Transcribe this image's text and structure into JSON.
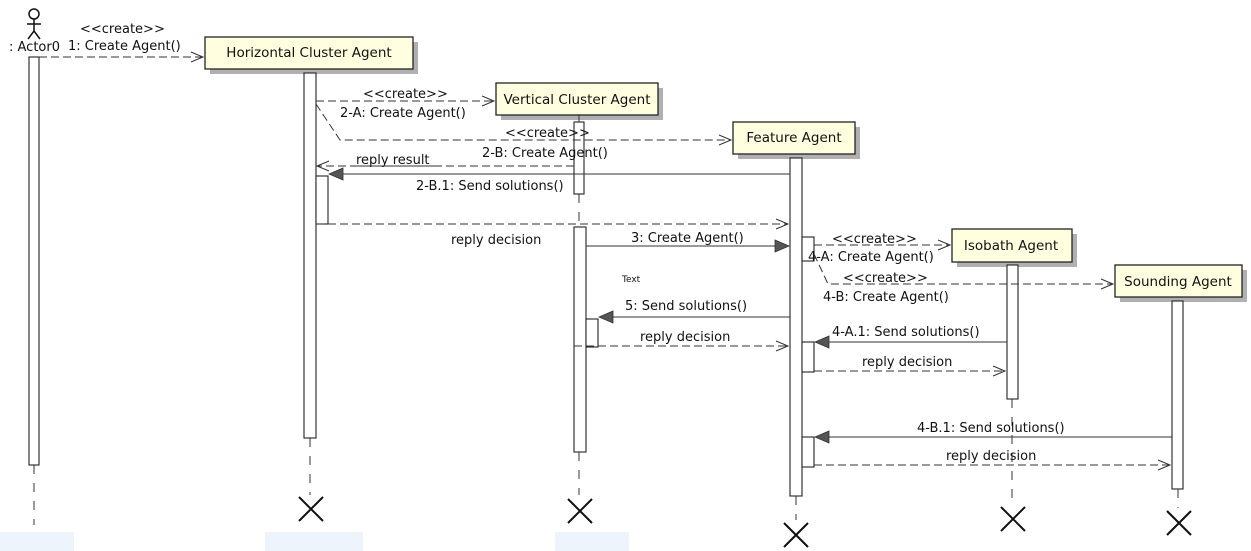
{
  "actor": {
    "name": ": Actor0"
  },
  "objects": {
    "horizontal": "Horizontal Cluster Agent",
    "vertical": "Vertical Cluster Agent",
    "feature": "Feature Agent",
    "isobath": "Isobath Agent",
    "sounding": "Sounding Agent"
  },
  "stereotype": "<<create>>",
  "messages": {
    "m1": "1: Create Agent()",
    "m2a": "2-A: Create Agent()",
    "m2b": "2-B: Create Agent()",
    "reply_result": "reply result",
    "m2b1": "2-B.1: Send solutions()",
    "reply_decision_h": "reply decision",
    "m3": "3: Create Agent()",
    "m4a": "4-A: Create Agent()",
    "m4b": "4-B: Create Agent()",
    "text_note": "Text",
    "m5": "5: Send solutions()",
    "reply_decision_v": "reply decision",
    "m4a1": "4-A.1: Send solutions()",
    "reply_decision_i": "reply decision",
    "m4b1": "4-B.1: Send solutions()",
    "reply_decision_s": "reply decision"
  }
}
